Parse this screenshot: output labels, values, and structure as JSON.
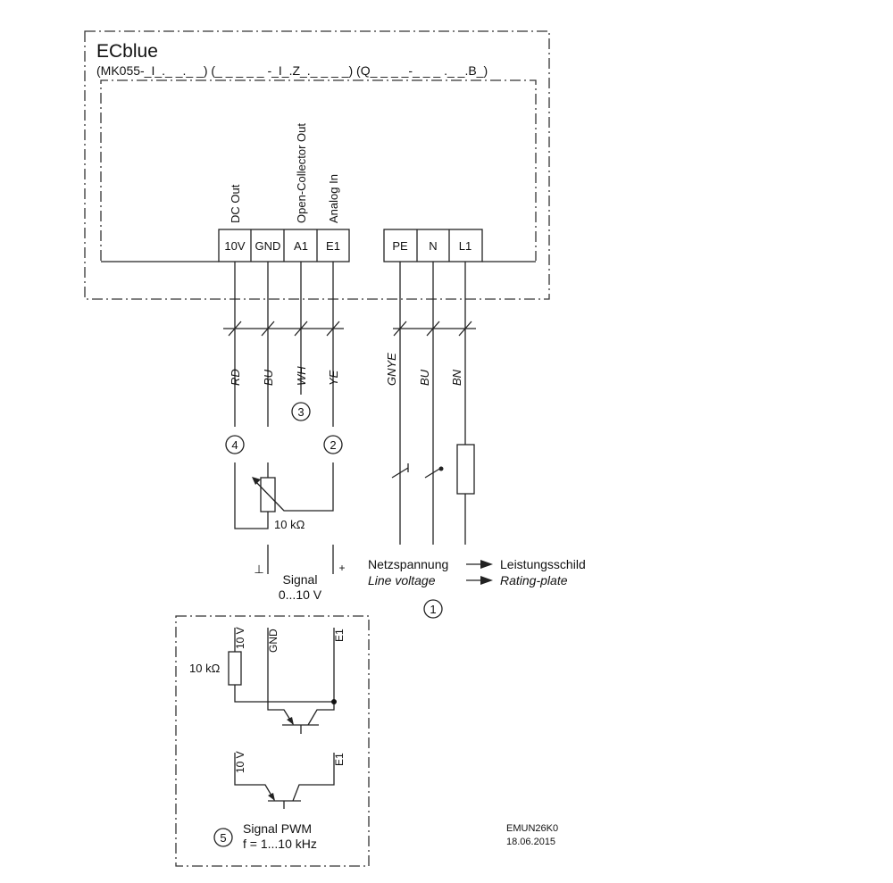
{
  "device": {
    "title": "ECblue",
    "type_code": "(MK055-_I_._ _._ _) (_ _ _ _ _ -_I_.Z_._ _ _ _) (Q_ _ _ _-_ _ _ ._ _.B_)"
  },
  "function_labels": {
    "dc_out": "DC Out",
    "open_collector_out": "Open-Collector Out",
    "analog_in": "Analog In"
  },
  "terminals": [
    "10V",
    "GND",
    "A1",
    "E1",
    "PE",
    "N",
    "L1"
  ],
  "wire_colors": [
    "RD",
    "BU",
    "WH",
    "YE",
    "GNYE",
    "BU",
    "BN"
  ],
  "markers": [
    "1",
    "2",
    "3",
    "4",
    "5"
  ],
  "potentiometer": {
    "value": "10 kΩ"
  },
  "signal": {
    "ground_symbol": "⊥",
    "plus_symbol": "+",
    "label": "Signal",
    "range": "0...10 V"
  },
  "mains": {
    "de": "Netzspannung",
    "en": "Line voltage",
    "target_de": "Leistungsschild",
    "target_en": "Rating-plate"
  },
  "pwm_box": {
    "pin_10v": "10 V",
    "pin_gnd": "GND",
    "pin_e1": "E1",
    "resistor": "10 kΩ",
    "label": "Signal PWM",
    "freq": "f = 1...10 kHz"
  },
  "footer": {
    "code": "EMUN26K0",
    "date": "18.06.2015"
  }
}
